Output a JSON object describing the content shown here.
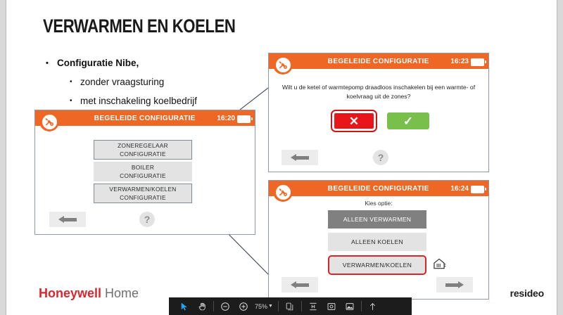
{
  "slide": {
    "title": "VERWARMEN EN KOELEN",
    "bullets": {
      "level1": "Configuratie Nibe,",
      "level2_a": "zonder vraagsturing",
      "level2_b": "met inschakeling koelbedrijf"
    },
    "footer": {
      "brand_primary": "Honeywell",
      "brand_secondary": "Home",
      "brand_right": "resideo"
    }
  },
  "screen1": {
    "header_title": "BEGELEIDE CONFIGURATIE",
    "clock": "16:20",
    "buttons": [
      {
        "line1": "ZONEREGELAAR",
        "line2": "CONFIGURATIE"
      },
      {
        "line1": "BOILER",
        "line2": "CONFIGURATIE"
      },
      {
        "line1": "VERWARMEN/KOELEN",
        "line2": "CONFIGURATIE"
      }
    ],
    "help_label": "?"
  },
  "screen2": {
    "header_title": "BEGELEIDE CONFIGURATIE",
    "clock": "16:23",
    "question": "Wilt u de ketel of warmtepomp draadloos inschakelen bij een warmte- of koelvraag uit de zones?",
    "no_label": "✕",
    "yes_label": "✓",
    "help_label": "?"
  },
  "screen3": {
    "header_title": "BEGELEIDE CONFIGURATIE",
    "clock": "16:24",
    "prompt": "Kies optie:",
    "options": [
      {
        "label": "ALLEEN VERWARMEN",
        "state": "selected-dark"
      },
      {
        "label": "ALLEEN KOELEN",
        "state": "normal"
      },
      {
        "label": "VERWARMEN/KOELEN",
        "state": "highlighted"
      }
    ]
  },
  "toolbar": {
    "zoom_level": "75%",
    "caret": "▼",
    "icons": [
      "cursor-icon",
      "hand-icon",
      "zoom-out-icon",
      "zoom-in-icon",
      "pages-icon",
      "fit-width-icon",
      "snapshot-icon",
      "image-icon",
      "upload-icon"
    ]
  },
  "colors": {
    "orange": "#ef6724",
    "red": "#e8161a",
    "green": "#79bf4b",
    "honeywell_red": "#d7282f",
    "highlight_red": "#d9242a"
  }
}
